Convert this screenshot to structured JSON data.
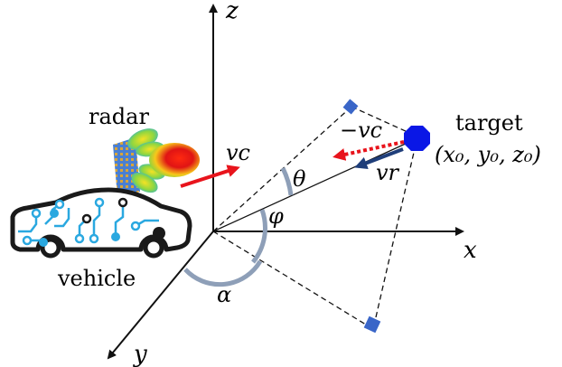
{
  "labels": {
    "z_axis": "z",
    "x_axis": "x",
    "y_axis": "y",
    "radar": "radar",
    "vehicle": "vehicle",
    "target": "target",
    "target_coords": "(x₀, y₀, z₀)",
    "vc": "vc",
    "neg_vc": "−vc",
    "vr": "vr",
    "theta": "θ",
    "phi": "φ",
    "alpha": "α"
  },
  "colors": {
    "velocity_arrow": "#e8141c",
    "target_marker": "#0a17e6",
    "radial_arrow": "#1f3e7a",
    "angle_arc": "#8e9fb8",
    "right_angle_marker": "#3a66c8",
    "circuit_blue": "#2aa8e0",
    "axis": "#111111"
  },
  "icons": {
    "radar": "radar-beam-icon",
    "vehicle": "vehicle-circuit-icon"
  }
}
